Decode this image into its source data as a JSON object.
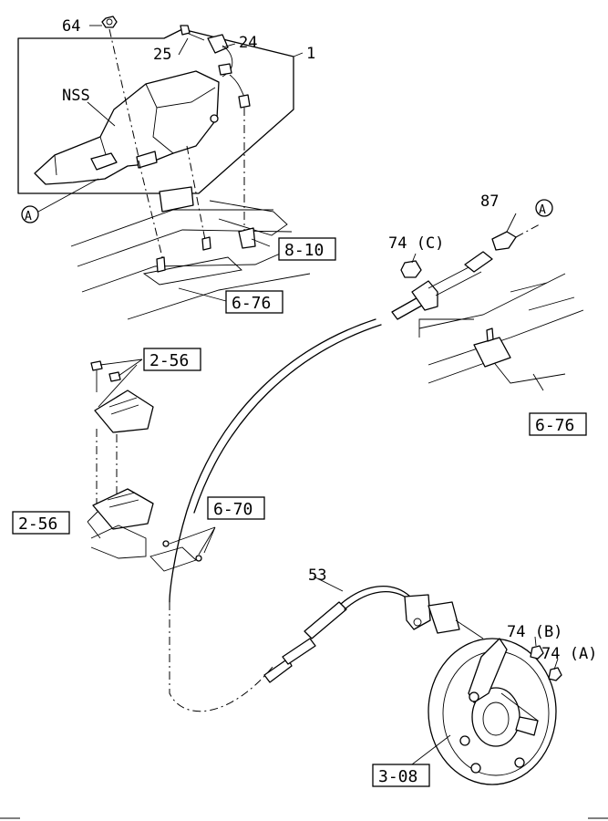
{
  "callouts": {
    "p64": "64",
    "p25": "25",
    "p24": "24",
    "p1": "1",
    "nss": "NSS",
    "refA_top": "A",
    "refA_left": "A",
    "p87": "87",
    "p74c": "74 (C)",
    "p53": "53",
    "p74b": "74 (B)",
    "p74a": "74 (A)"
  },
  "boxed_refs": {
    "ref_8_10": "8-10",
    "ref_6_76_top": "6-76",
    "ref_2_56_top": "2-56",
    "ref_6_76_right": "6-76",
    "ref_2_56_left": "2-56",
    "ref_6_70": "6-70",
    "ref_3_08": "3-08"
  }
}
